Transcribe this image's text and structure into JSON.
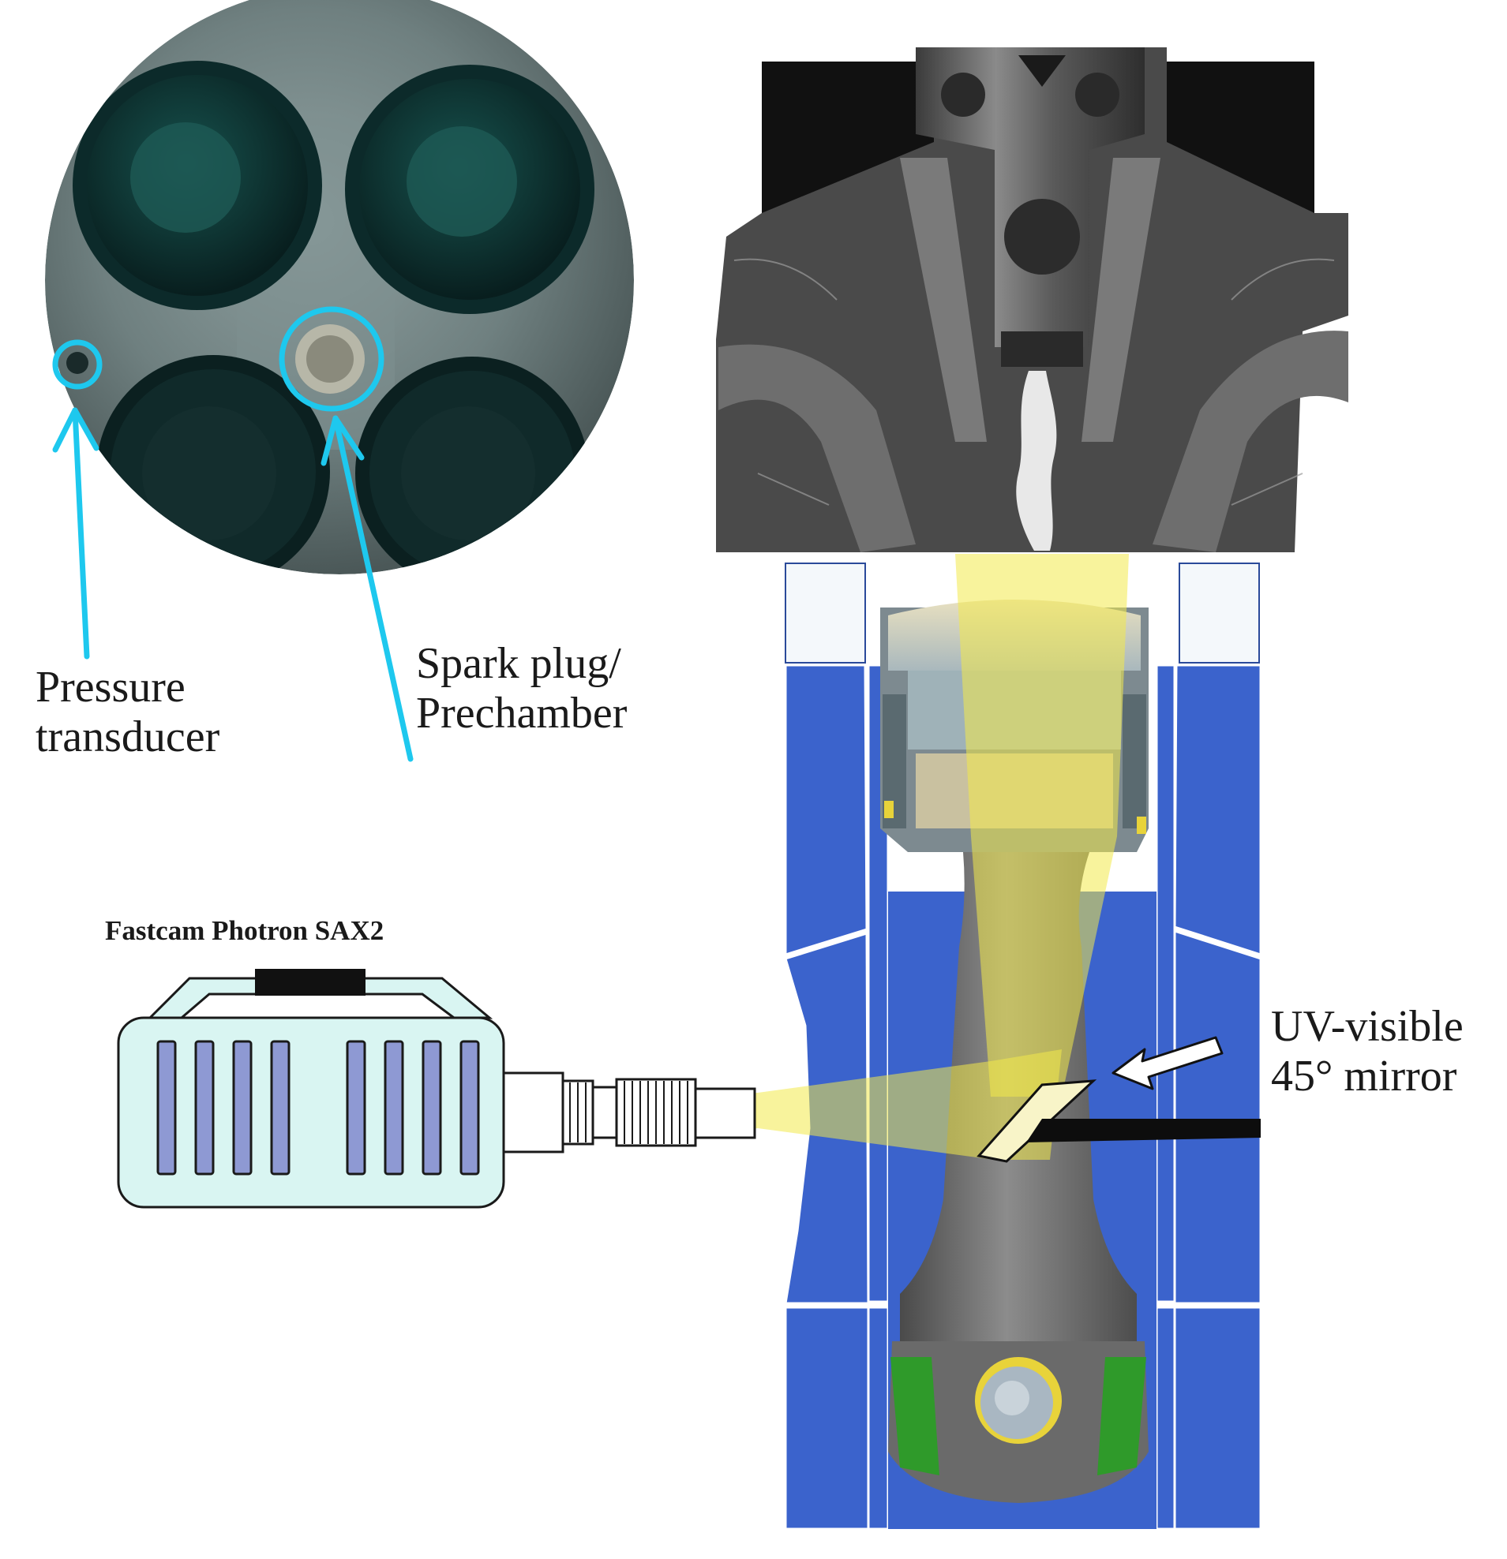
{
  "labels": {
    "pressure_line1": "Pressure",
    "pressure_line2": "transducer",
    "spark_line1": "Spark plug/",
    "spark_line2": "Prechamber",
    "camera": "Fastcam Photron SAX2",
    "mirror_line1": "UV-visible",
    "mirror_line2": "45° mirror"
  },
  "colors": {
    "callout_cyan": "#1ec8ee",
    "cylinder_blue": "#3b63cc",
    "light_beam_yellow": "#f2e94a",
    "camera_body": "#d9f5f2",
    "camera_slots": "#8e99d3",
    "engine_grey": "#5c5c5c",
    "piston_grey": "#6b6b6b",
    "pin_green": "#2f9a2a"
  },
  "icons": [
    "cylinder-head-photo",
    "engine-head-cutaway",
    "optical-piston",
    "high-speed-camera",
    "mirror-pointer-arrow"
  ]
}
